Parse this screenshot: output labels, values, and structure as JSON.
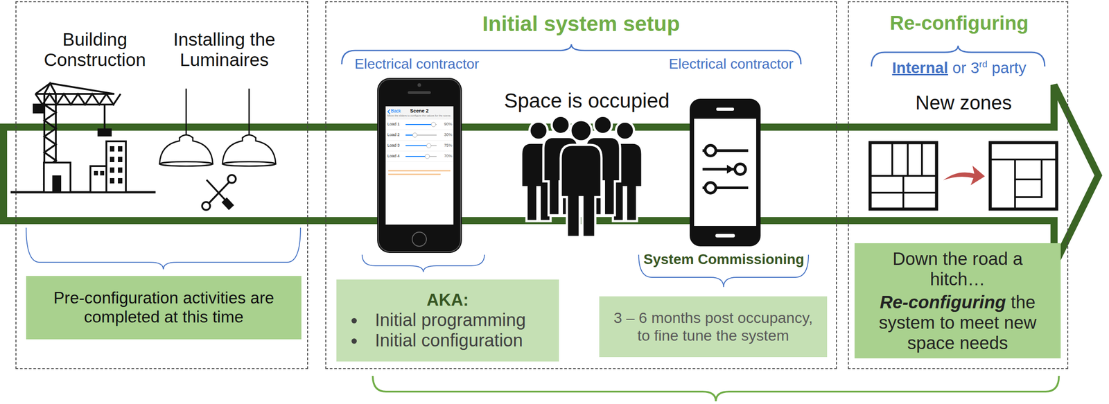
{
  "diagram": {
    "nodes": [
      {
        "text": [
          "Building Construction",
          "Installing the Luminaires"
        ]
      },
      {
        "text": [
          "Pre-configuration activities are completed at this time"
        ],
        "in": 0
      },
      {
        "text": [
          "Initial system setup",
          "Electrical contractor",
          "Electrical contractor",
          "Space is occupied",
          "System Commissioning"
        ]
      },
      {
        "text": [
          "AKA:",
          "Initial programming",
          "Initial configuration"
        ],
        "in": 2
      },
      {
        "text": [
          "3 – 6 months post occupancy, to fine tune the system"
        ],
        "in": 2
      },
      {
        "text": [
          "Re-configuring",
          "Internal or 3rd party",
          "New zones"
        ]
      },
      {
        "text": [
          "Down the road a hitch…",
          "Re-configuring the system to meet new space needs"
        ],
        "in": 5
      }
    ],
    "labels": [
      "Back",
      "Scene 2",
      "Move the sliders to configure the values for the scene.",
      "Load 1",
      "90%",
      "Load 2",
      "30%",
      "Load 3",
      "75%",
      "Load 4",
      "70%"
    ]
  }
}
